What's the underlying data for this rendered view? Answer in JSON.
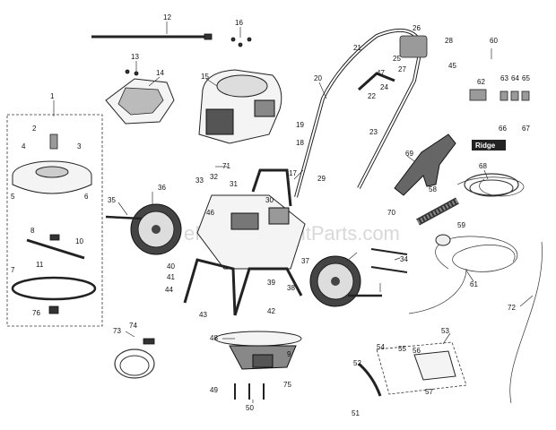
{
  "watermark": "eReplacementParts.com",
  "logo_text": "Ridge",
  "callouts": [
    {
      "id": "c1",
      "text": "1"
    },
    {
      "id": "c2",
      "text": "2"
    },
    {
      "id": "c3",
      "text": "3"
    },
    {
      "id": "c4",
      "text": "4"
    },
    {
      "id": "c5",
      "text": "5"
    },
    {
      "id": "c6",
      "text": "6"
    },
    {
      "id": "c7",
      "text": "7"
    },
    {
      "id": "c8",
      "text": "8"
    },
    {
      "id": "c9",
      "text": "9"
    },
    {
      "id": "c10",
      "text": "10"
    },
    {
      "id": "c11",
      "text": "11"
    },
    {
      "id": "c12",
      "text": "12"
    },
    {
      "id": "c13",
      "text": "13"
    },
    {
      "id": "c14",
      "text": "14"
    },
    {
      "id": "c15",
      "text": "15"
    },
    {
      "id": "c16",
      "text": "16"
    },
    {
      "id": "c17",
      "text": "17"
    },
    {
      "id": "c18",
      "text": "18"
    },
    {
      "id": "c19",
      "text": "19"
    },
    {
      "id": "c20",
      "text": "20"
    },
    {
      "id": "c21",
      "text": "21"
    },
    {
      "id": "c22",
      "text": "22"
    },
    {
      "id": "c23",
      "text": "23"
    },
    {
      "id": "c24",
      "text": "24"
    },
    {
      "id": "c25",
      "text": "25"
    },
    {
      "id": "c26",
      "text": "26"
    },
    {
      "id": "c27",
      "text": "27"
    },
    {
      "id": "c28",
      "text": "28"
    },
    {
      "id": "c29",
      "text": "29"
    },
    {
      "id": "c30",
      "text": "30"
    },
    {
      "id": "c31",
      "text": "31"
    },
    {
      "id": "c32",
      "text": "32"
    },
    {
      "id": "c33",
      "text": "33"
    },
    {
      "id": "c34",
      "text": "34"
    },
    {
      "id": "c35",
      "text": "35"
    },
    {
      "id": "c36",
      "text": "36"
    },
    {
      "id": "c37",
      "text": "37"
    },
    {
      "id": "c38",
      "text": "38"
    },
    {
      "id": "c39",
      "text": "39"
    },
    {
      "id": "c40",
      "text": "40"
    },
    {
      "id": "c41",
      "text": "41"
    },
    {
      "id": "c42",
      "text": "42"
    },
    {
      "id": "c43",
      "text": "43"
    },
    {
      "id": "c44",
      "text": "44"
    },
    {
      "id": "c45",
      "text": "45"
    },
    {
      "id": "c46",
      "text": "46"
    },
    {
      "id": "c47",
      "text": "47"
    },
    {
      "id": "c48",
      "text": "48"
    },
    {
      "id": "c49",
      "text": "49"
    },
    {
      "id": "c50",
      "text": "50"
    },
    {
      "id": "c51",
      "text": "51"
    },
    {
      "id": "c52",
      "text": "52"
    },
    {
      "id": "c53",
      "text": "53"
    },
    {
      "id": "c54",
      "text": "54"
    },
    {
      "id": "c55",
      "text": "55"
    },
    {
      "id": "c56",
      "text": "56"
    },
    {
      "id": "c57",
      "text": "57"
    },
    {
      "id": "c58",
      "text": "58"
    },
    {
      "id": "c59",
      "text": "59"
    },
    {
      "id": "c60",
      "text": "60"
    },
    {
      "id": "c61",
      "text": "61"
    },
    {
      "id": "c62",
      "text": "62"
    },
    {
      "id": "c63",
      "text": "63"
    },
    {
      "id": "c64",
      "text": "64"
    },
    {
      "id": "c65",
      "text": "65"
    },
    {
      "id": "c66",
      "text": "66"
    },
    {
      "id": "c67",
      "text": "67"
    },
    {
      "id": "c68",
      "text": "68"
    },
    {
      "id": "c69",
      "text": "69"
    },
    {
      "id": "c70",
      "text": "70"
    },
    {
      "id": "c71",
      "text": "71"
    },
    {
      "id": "c72",
      "text": "72"
    },
    {
      "id": "c73",
      "text": "73"
    },
    {
      "id": "c74",
      "text": "74"
    },
    {
      "id": "c75",
      "text": "75"
    },
    {
      "id": "c76",
      "text": "76"
    }
  ]
}
